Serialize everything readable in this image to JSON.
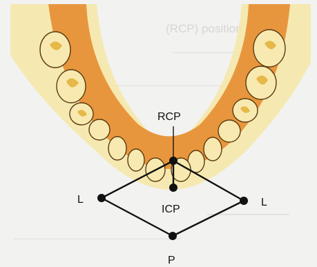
{
  "labels": {
    "rcp": "RCP",
    "icp": "ICP",
    "left": "L",
    "right": "L",
    "p": "P"
  },
  "colors": {
    "arch": "#e8963d",
    "tooth": "#f7e9b0",
    "tooth_shade": "#e2ad2d",
    "line": "#111111",
    "dot": "#111111"
  }
}
